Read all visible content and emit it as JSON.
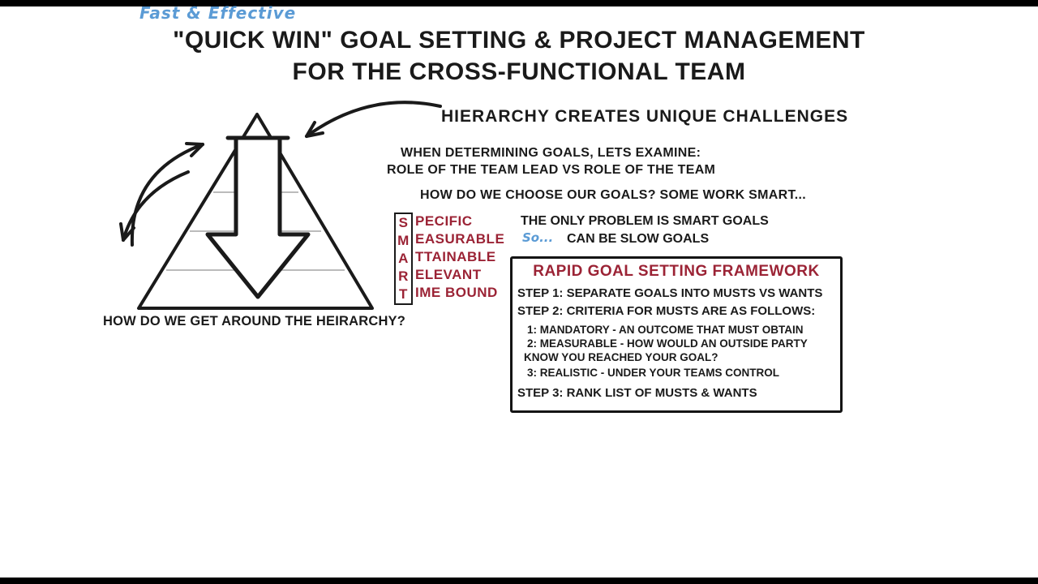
{
  "notes": {
    "fast_effective": "Fast & Effective",
    "so": "So..."
  },
  "title": {
    "line1": "\"QUICK WIN\" GOAL SETTING & PROJECT MANAGEMENT",
    "line2": "FOR THE CROSS-FUNCTIONAL TEAM"
  },
  "hierarchy": {
    "heading": "HIERARCHY CREATES UNIQUE CHALLENGES",
    "examine1": "WHEN DETERMINING GOALS, LETS EXAMINE:",
    "examine2": "ROLE OF THE TEAM LEAD VS ROLE OF THE TEAM",
    "question": "HOW DO WE GET AROUND THE HEIRARCHY?"
  },
  "smart": {
    "intro": "HOW DO WE CHOOSE OUR GOALS? SOME WORK SMART...",
    "rows": [
      {
        "letter": "S",
        "word": "PECIFIC"
      },
      {
        "letter": "M",
        "word": "EASURABLE"
      },
      {
        "letter": "A",
        "word": "TTAINABLE"
      },
      {
        "letter": "R",
        "word": "ELEVANT"
      },
      {
        "letter": "T",
        "word": "IME BOUND"
      }
    ],
    "problem1": "THE ONLY PROBLEM IS SMART GOALS",
    "problem2": "CAN BE SLOW GOALS"
  },
  "framework": {
    "title": "RAPID GOAL SETTING FRAMEWORK",
    "lines": [
      "STEP 1: SEPARATE GOALS INTO MUSTS VS WANTS",
      "STEP 2: CRITERIA FOR MUSTS ARE AS FOLLOWS:",
      "1: MANDATORY - AN OUTCOME THAT MUST OBTAIN",
      "2: MEASURABLE - HOW WOULD AN OUTSIDE PARTY",
      "KNOW YOU REACHED YOUR GOAL?",
      "3: REALISTIC - UNDER YOUR TEAMS CONTROL",
      "STEP 3: RANK LIST OF MUSTS & WANTS"
    ]
  },
  "colors": {
    "ink": "#1a1a1a",
    "accent_red": "#9b2335",
    "handwriting_blue": "#5b9bd5"
  }
}
